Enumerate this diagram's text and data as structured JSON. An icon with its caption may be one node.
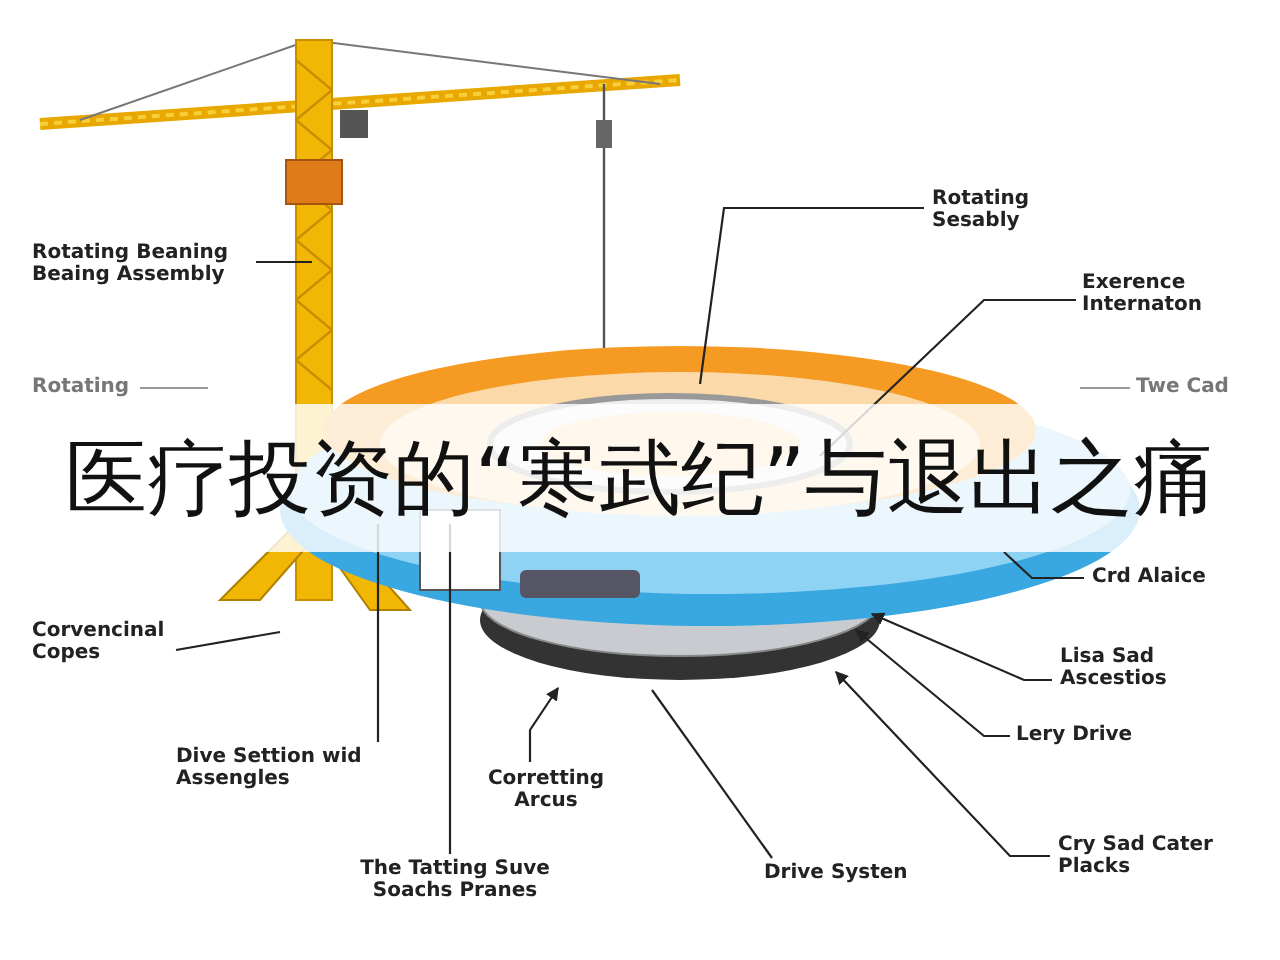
{
  "diagram": {
    "title": "医疗投资的“寒武纪”与退出之痛",
    "nodes": [
      {
        "text": [
          "Rotating Beaning Beaing Assembly"
        ]
      },
      {
        "text": [
          "Rotating Sesably"
        ]
      },
      {
        "text": [
          "Exerence Internaton"
        ]
      },
      {
        "text": [
          "Rotating"
        ]
      },
      {
        "text": [
          "Twe Cad"
        ]
      },
      {
        "text": [
          "Crd Alaice"
        ]
      },
      {
        "text": [
          "Lisa Sad Ascestios"
        ]
      },
      {
        "text": [
          "Lery Drive"
        ]
      },
      {
        "text": [
          "Cry Sad Cater Placks"
        ]
      },
      {
        "text": [
          "Corvencinal Copes"
        ]
      },
      {
        "text": [
          "Dive Settion wid Assengles"
        ]
      },
      {
        "text": [
          "Corretting Arcus"
        ]
      },
      {
        "text": [
          "The Tatting Suve Soachs Pranes"
        ]
      },
      {
        "text": [
          "Drive Systen"
        ]
      }
    ],
    "edges": [
      {
        "from": 0,
        "to": null,
        "arrow": "none"
      },
      {
        "from": 1,
        "to": null,
        "arrow": "none"
      },
      {
        "from": 2,
        "to": null,
        "arrow": "none"
      },
      {
        "from": 3,
        "to": null,
        "arrow": "none",
        "color": "#999999"
      },
      {
        "from": 4,
        "to": null,
        "arrow": "none",
        "color": "#999999"
      },
      {
        "from": 5,
        "to": null,
        "arrow": "none"
      },
      {
        "from": 6,
        "to": null,
        "arrow": "to"
      },
      {
        "from": 7,
        "to": null,
        "arrow": "to"
      },
      {
        "from": 8,
        "to": null,
        "arrow": "to"
      },
      {
        "from": 9,
        "to": null,
        "arrow": "none"
      },
      {
        "from": 10,
        "to": null,
        "arrow": "none"
      },
      {
        "from": 11,
        "to": null,
        "arrow": "to"
      },
      {
        "from": 12,
        "to": null,
        "arrow": "none"
      },
      {
        "from": 13,
        "to": null,
        "arrow": "none"
      }
    ]
  }
}
